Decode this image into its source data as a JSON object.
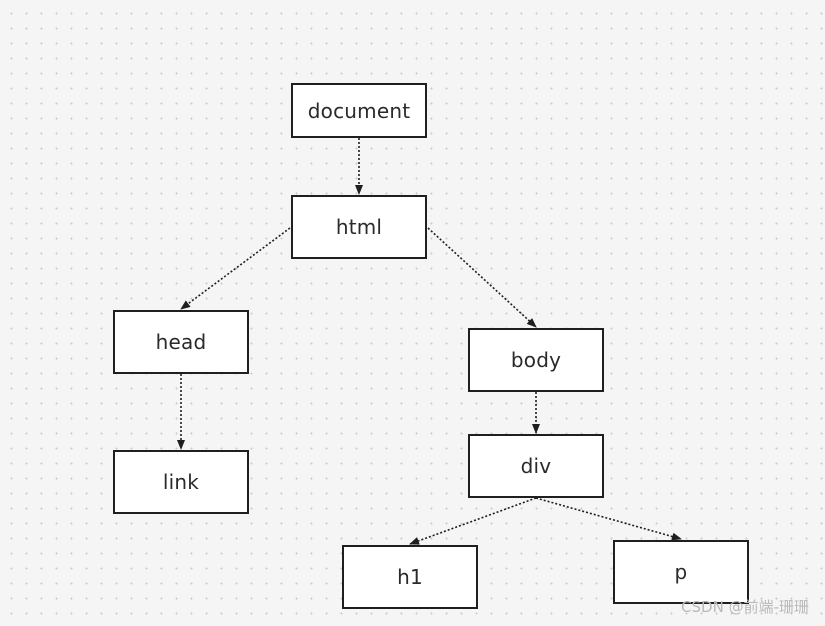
{
  "nodes": {
    "document": "document",
    "html": "html",
    "head": "head",
    "link": "link",
    "body": "body",
    "div": "div",
    "h1": "h1",
    "p": "p"
  },
  "edges": [
    {
      "from": "document",
      "to": "html"
    },
    {
      "from": "html",
      "to": "head"
    },
    {
      "from": "html",
      "to": "body"
    },
    {
      "from": "head",
      "to": "link"
    },
    {
      "from": "body",
      "to": "div"
    },
    {
      "from": "div",
      "to": "h1"
    },
    {
      "from": "div",
      "to": "p"
    }
  ],
  "watermark": "CSDN @前端-珊珊",
  "colors": {
    "node_border": "#1f1f1f",
    "edge": "#1f1f1f",
    "background": "#f5f5f6"
  }
}
